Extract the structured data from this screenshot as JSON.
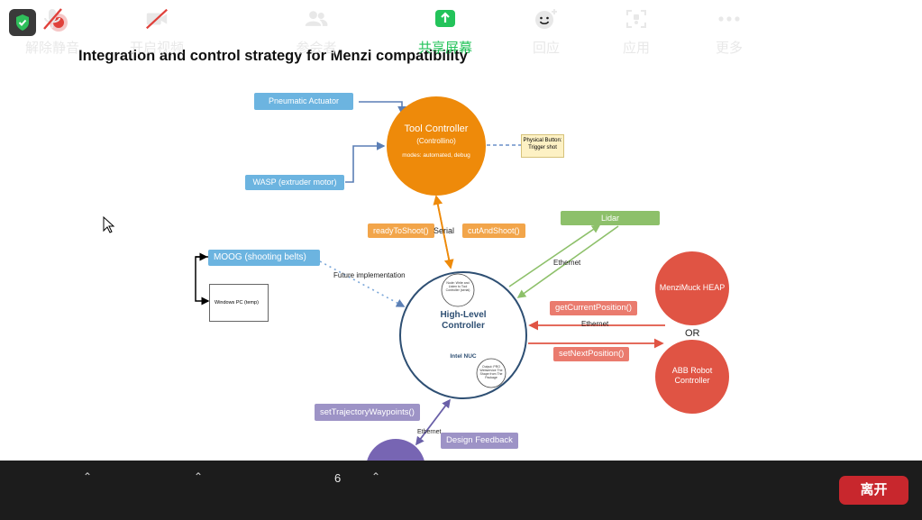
{
  "slide": {
    "title": "Integration and control strategy for Menzi compatibility",
    "nodes": {
      "pneumatic": "Pneumatic Actuator",
      "wasp": "WASP (extruder motor)",
      "tool_controller_title": "Tool Controller",
      "tool_controller_sub": "(Controllino)",
      "tool_controller_modes": "modes: automated, debug",
      "physical_button": "Physical Button: Trigger shot",
      "ready": "readyToShoot()",
      "serial": "Serial",
      "cut": "cutAndShoot()",
      "lidar": "Lidar",
      "moog": "MOOG (shooting belts)",
      "windows_pc": "Windows PC (temp)",
      "future": "Future implementation",
      "ethernet_lidar": "Ethernet",
      "menzi": "MenziMuck HEAP",
      "or": "OR",
      "abb": "ABB Robot Controller",
      "get_pos": "getCurrentPosition()",
      "ethernet_mid": "Ethernet",
      "set_pos": "setNextPosition()",
      "hl_title": "High-Level Controller",
      "intel": "Intel NUC",
      "hl_small_top": "Node: Write and Listen to Tool Controller (serial)",
      "hl_small_bottom": "Output: PRO Webservice The Shape from The Package",
      "traj": "setTrajectoryWaypoints()",
      "ethernet_bottom": "Ethernet",
      "design_feedback": "Design Feedback"
    }
  },
  "toolbar": {
    "unmute": "解除静音",
    "start_video": "开启视频",
    "participants": "参会者",
    "participant_count": "6",
    "share": "共享屏幕",
    "react": "回应",
    "apps": "应用",
    "more": "更多",
    "leave": "离开"
  },
  "colors": {
    "orange": "#ee8a0a",
    "red": "#e05444",
    "navy": "#2e4f73",
    "share_green": "#23c35a",
    "leave_red": "#c8272d"
  }
}
